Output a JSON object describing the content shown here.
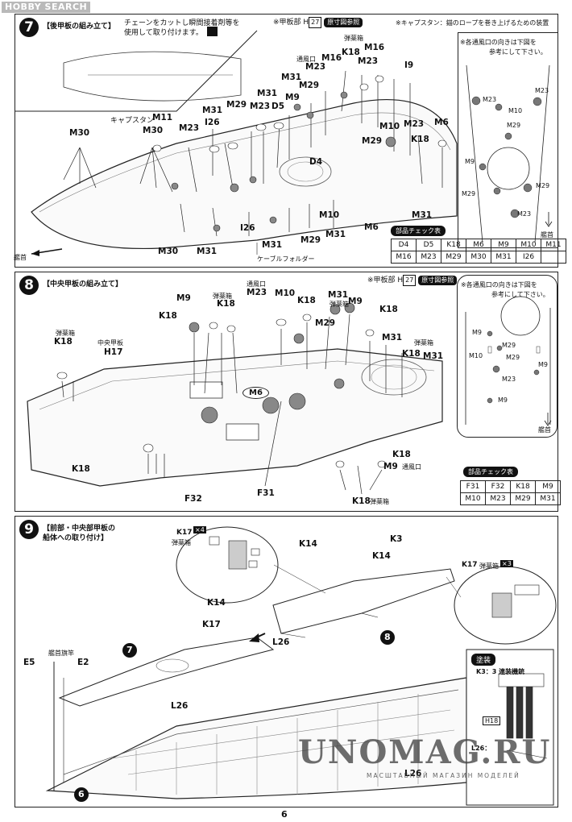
{
  "header": {
    "logo": "HOBBY SEARCH",
    "page_number": "6"
  },
  "watermark": {
    "main": "UNOMAG.RU",
    "sub": "МАСШТАБНЫЙ МАГАЗИН МОДЕЛЕЙ"
  },
  "step7": {
    "number": "7",
    "title": "【後甲板の組み立て】",
    "instruction_line1": "チェーンをカットし瞬間接着剤等を",
    "instruction_line2": "使用して取り付けます。",
    "ref_note": "※甲板部 H",
    "ref_num": "27",
    "ref_tag": "原寸図参照",
    "capstan_note": "※キャプスタン：錨のロープを巻き上げるための装置",
    "capstan_label": "キャプスタン",
    "vent_label": "通風口",
    "ammo_label": "弾薬箱",
    "cable_label": "ケーブルフォルダー",
    "bow_label": "艦首",
    "parts": {
      "M30a": "M30",
      "M30b": "M30",
      "M30c": "M30",
      "M11": "M11",
      "M23a": "M23",
      "M23b": "M23",
      "M23c": "M23",
      "M23d": "M23",
      "I26a": "I26",
      "I26b": "I26",
      "M31a": "M31",
      "M31b": "M31",
      "M31c": "M31",
      "M31d": "M31",
      "M31e": "M31",
      "M29a": "M29",
      "M29b": "M29",
      "M29c": "M29",
      "M29d": "M29",
      "D5": "D5",
      "D4": "D4",
      "M9": "M9",
      "M16a": "M16",
      "M16b": "M16",
      "K18a": "K18",
      "K18b": "K18",
      "I9": "I9",
      "M10a": "M10",
      "M10b": "M10",
      "M6a": "M6",
      "M6b": "M6",
      "M23e": "M23"
    },
    "inset_note_line1": "※各通風口の向きは下図を",
    "inset_note_line2": "参考にして下さい。",
    "inset_labels": [
      "M23",
      "M10",
      "M23",
      "M29",
      "M9",
      "M29",
      "M29",
      "M23"
    ],
    "inset_bow": "艦首",
    "check_title": "部品チェック表",
    "check_rows": [
      [
        "D4",
        "D5",
        "K18",
        "M6",
        "M9",
        "M10",
        "M11"
      ],
      [
        "M16",
        "M23",
        "M29",
        "M30",
        "M31",
        "I26",
        ""
      ]
    ]
  },
  "step8": {
    "number": "8",
    "title": "【中央甲板の組み立て】",
    "ref_note": "※甲板部 H",
    "ref_num": "27",
    "ref_tag": "原寸図参照",
    "mid_deck": "中央甲板",
    "ammo_label": "弾薬箱",
    "vent_label": "通風口",
    "bow_label": "艦首",
    "parts": {
      "M9a": "M9",
      "K18a": "K18",
      "K18b": "K18",
      "K18c": "K18",
      "K18d": "K18",
      "K18e": "K18",
      "K18f": "K18",
      "K18g": "K18",
      "K18h": "K18",
      "H17": "H17",
      "M23": "M23",
      "M10": "M10",
      "M31a": "M31",
      "M31b": "M31",
      "M31c": "M31",
      "M9b": "M9",
      "M9c": "M9",
      "M29": "M29",
      "M6": "M6",
      "F32": "F32",
      "F31": "F31"
    },
    "inset_note_line1": "※各通風口の向きは下図を",
    "inset_note_line2": "参考にして下さい。",
    "inset_labels": [
      "M9",
      "M29",
      "M10",
      "M29",
      "M9",
      "M23",
      "M9"
    ],
    "check_title": "部品チェック表",
    "check_rows": [
      [
        "F31",
        "F32",
        "K18",
        "M9"
      ],
      [
        "M10",
        "M23",
        "M29",
        "M31"
      ]
    ]
  },
  "step9": {
    "number": "9",
    "title_line1": "【前部・中央部甲板の",
    "title_line2": "船体への取り付け】",
    "ammo_label": "弾薬箱",
    "flag_label": "艦首旗竿",
    "parts": {
      "K17a": "K17",
      "K17b": "K17",
      "K17c": "K17",
      "K3": "K3",
      "K14a": "K14",
      "K14b": "K14",
      "K14c": "K14",
      "L26a": "L26",
      "L26b": "L26",
      "L26c": "L26",
      "E5": "E5",
      "E2": "E2"
    },
    "x4": "×4",
    "x3": "×3",
    "sub7": "7",
    "sub8": "8",
    "sub6": "6",
    "paint_title": "塗装",
    "paint_k3": "K3：3 連装機銃",
    "paint_h18": "H18",
    "paint_l26": "L26：",
    "paint_colors": [
      "#1a1a1a",
      "#1a1a1a",
      "#1a1a1a"
    ]
  }
}
